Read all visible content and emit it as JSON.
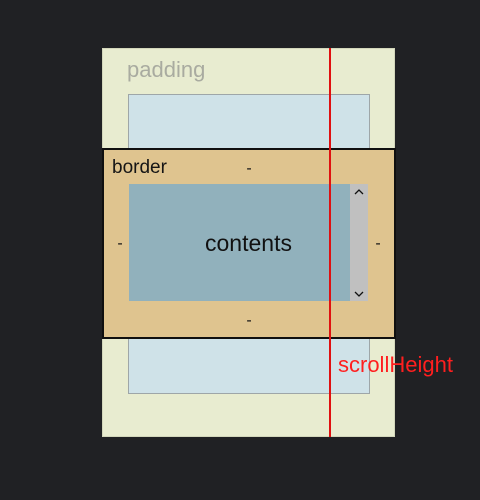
{
  "diagram": {
    "labels": {
      "padding": "padding",
      "border": "border",
      "contents": "contents",
      "scroll_height": "scrollHeight",
      "dash_top": "-",
      "dash_bottom": "-",
      "dash_left": "-",
      "dash_right": "-"
    },
    "colors": {
      "background": "#202124",
      "padding_box": "#e8ecd0",
      "content_area": "#cfe2e8",
      "border_box": "#dfc48f",
      "contents_box": "#91b1bc",
      "scrollbar": "#c0c0c0",
      "scroll_height_marker": "#e01010"
    },
    "icons": {
      "scroll_up": "chevron-up-icon",
      "scroll_down": "chevron-down-icon"
    }
  }
}
